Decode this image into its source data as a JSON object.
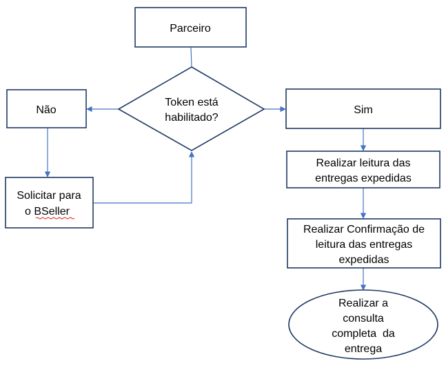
{
  "diagram": {
    "nodes": {
      "parceiro": {
        "label": "Parceiro"
      },
      "decision": {
        "line1": "Token está",
        "line2": "habilitado?"
      },
      "nao": {
        "label": "Não"
      },
      "sim": {
        "label": "Sim"
      },
      "solicitar": {
        "line1": "Solicitar para",
        "line2_prefix": "o ",
        "line2_word": "BSeller"
      },
      "leitura": {
        "line1": "Realizar leitura das",
        "line2": "entregas expedidas"
      },
      "confirmacao": {
        "line1": "Realizar Confirmação de",
        "line2": "leitura das entregas",
        "line3": "expedidas"
      },
      "consulta": {
        "line1": "Realizar a",
        "line2": "consulta",
        "line3": "completa  da",
        "line4": "entrega"
      }
    }
  }
}
